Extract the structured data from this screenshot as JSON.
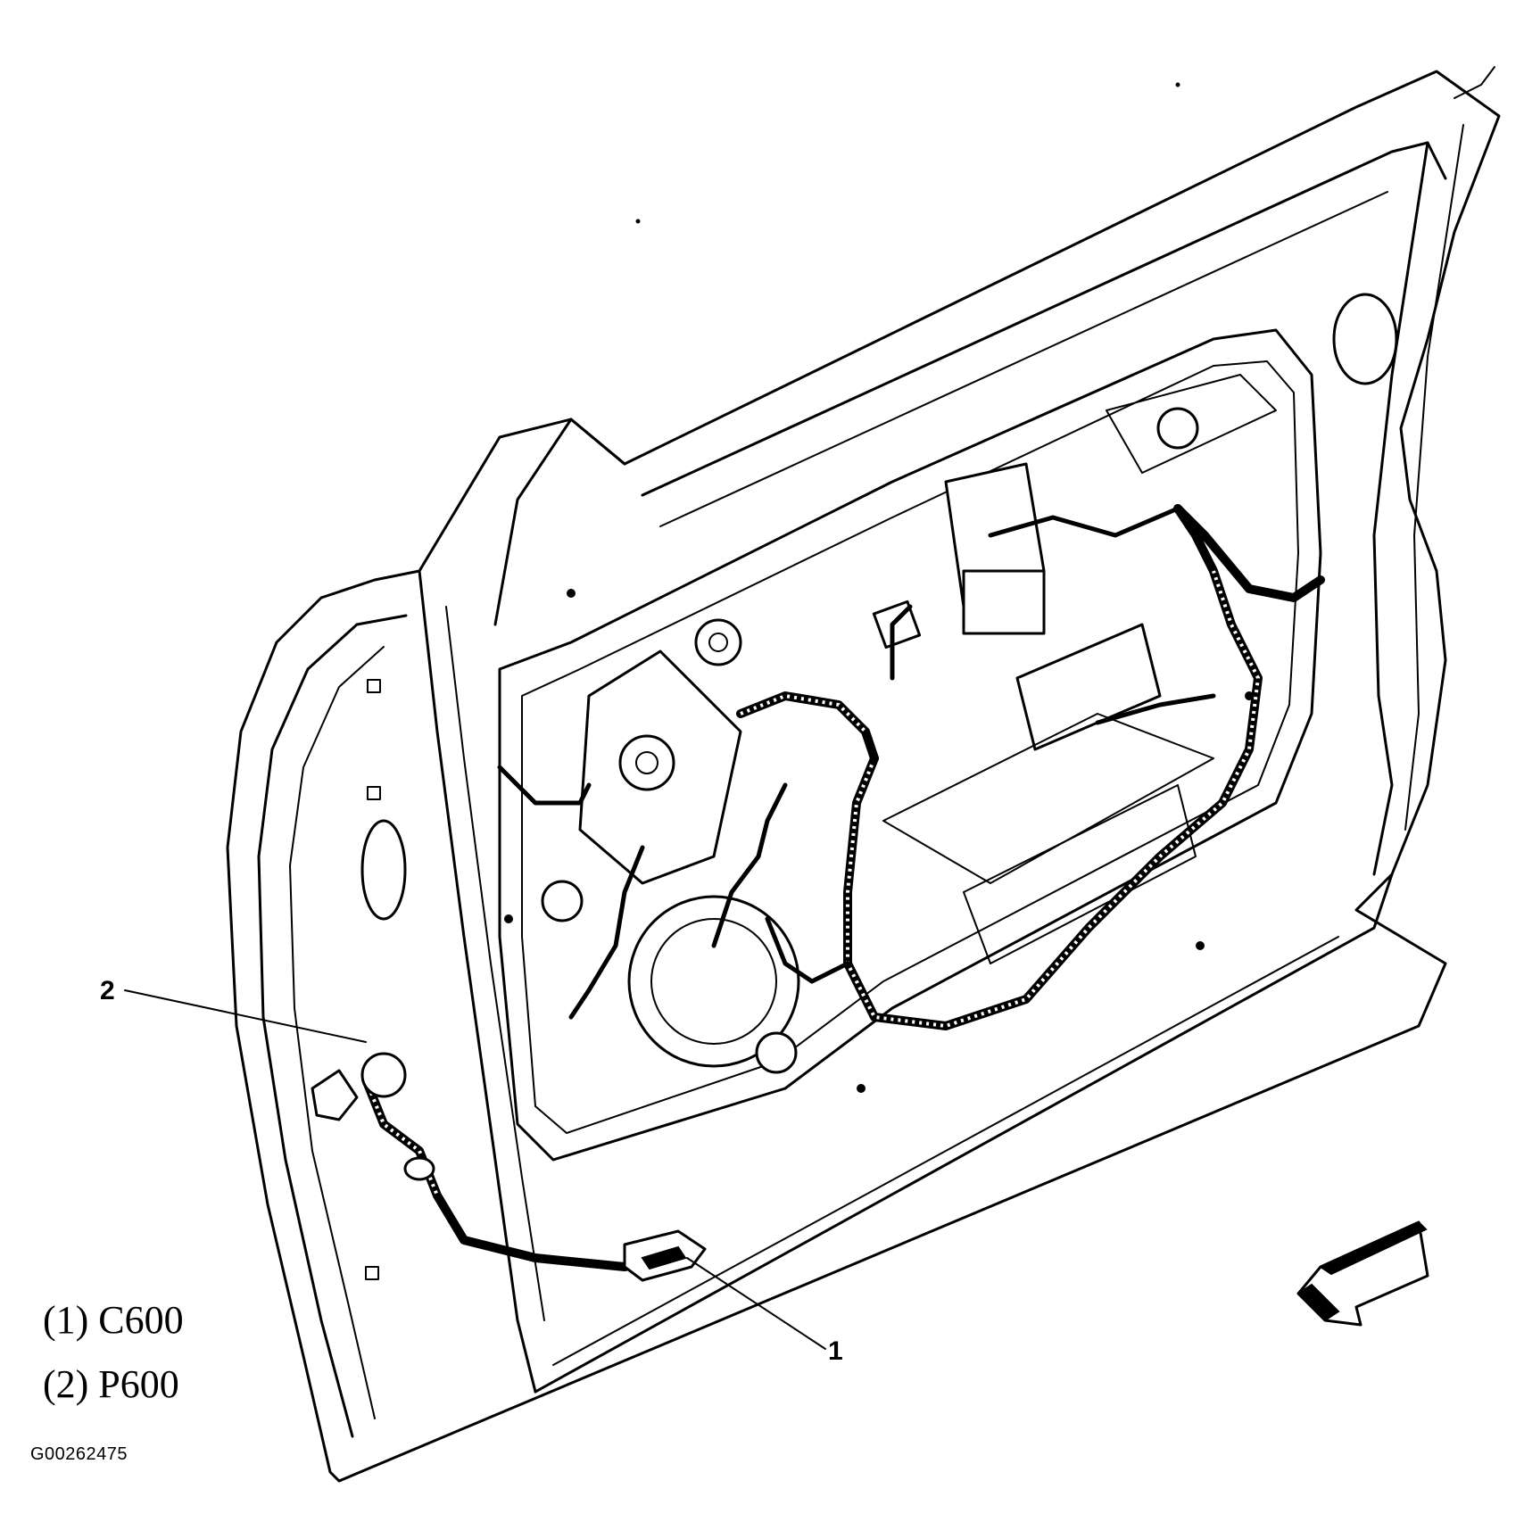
{
  "callouts": {
    "one": "1",
    "two": "2"
  },
  "legend": {
    "item1": "(1) C600",
    "item2": "(2) P600"
  },
  "figure_id": "G00262475",
  "icons": {
    "direction_arrow": "front-direction-arrow-icon"
  }
}
